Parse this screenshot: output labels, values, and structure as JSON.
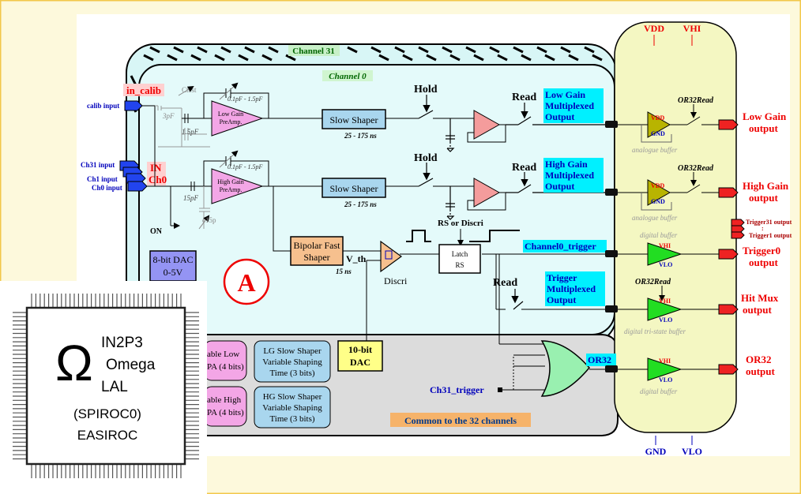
{
  "colors": {
    "background": "#fdf9dc",
    "channel_panel": "#e4fafa",
    "common_panel": "#dcdcdc",
    "buffer_column": "#f4f7c2",
    "preamp": "#f3a6e6",
    "slow_shaper": "#a9d6ee",
    "fast_shaper": "#f6c08e",
    "output_label_bg": "#00f0ff",
    "buffer_olive": "#b8b400",
    "buffer_green": "#22dd22",
    "or_gate": "#99f0b0",
    "dac_blue": "#9494f4",
    "dac_yellow": "#ffff88",
    "red_text": "#ee0000",
    "blue_text": "#0000bb",
    "in_label_bg": "#ffd0d0"
  },
  "labels": {
    "channel31": "Channel 31",
    "channel0": "Channel 0",
    "in_calib": "in_calib",
    "calib_input": "calib input",
    "ctest": "Ctest",
    "cap_3pf": "3pF",
    "cap_15pf_top": "1.5pF",
    "cap_feedback": "0.1pF - 1.5pF",
    "ch31_input": "Ch31 input",
    "ch1_input": "Ch1 input",
    "ch0_input": "Ch0 input",
    "in": "IN",
    "ch0": "Ch0",
    "cap_15pf": "15pF",
    "c15p": "c15p",
    "on": "ON",
    "lg_preamp_1": "Low Gain",
    "lg_preamp_2": "PreAmp.",
    "hg_preamp_1": "High Gain",
    "hg_preamp_2": "PreAmp.",
    "slow_shaper": "Slow Shaper",
    "shaping_time": "25 - 175 ns",
    "hold": "Hold",
    "read": "Read",
    "lg_mux_1": "Low Gain",
    "lg_mux_2": "Multiplexed",
    "lg_mux_3": "Output",
    "hg_mux_1": "High Gain",
    "hg_mux_2": "Multiplexed",
    "hg_mux_3": "Output",
    "rs_or_discri": "RS or Discri",
    "bipolar_1": "Bipolar Fast",
    "bipolar_2": "Shaper",
    "fast_time": "15 ns",
    "vth": "V_th",
    "discri": "Discri",
    "latch_1": "Latch",
    "latch_2": "RS",
    "channel0_trigger": "Channel0_trigger",
    "trig_mux_1": "Trigger",
    "trig_mux_2": "Multiplexed",
    "trig_mux_3": "Output",
    "dac8_1": "8-bit DAC",
    "dac8_2": "0-5V",
    "marker": "A",
    "dac10_1": "10-bit",
    "dac10_2": "DAC",
    "or32": "OR32",
    "ch31_trigger": "Ch31_trigger",
    "common": "Common to the 32 channels",
    "lg_pa_1": "able Low",
    "lg_pa_2": "PA (4 bits)",
    "hg_pa_1": "able High",
    "hg_pa_2": "PA (4 bits)",
    "lg_ss_1": "LG Slow Shaper",
    "lg_ss_2": "Variable Shaping",
    "lg_ss_3": "Time (3 bits)",
    "hg_ss_1": "HG Slow Shaper",
    "hg_ss_2": "Variable Shaping",
    "hg_ss_3": "Time (3 bits)",
    "vdd": "VDD",
    "vhi": "VHI",
    "gnd": "GND",
    "vlo": "VLO",
    "or32read": "OR32Read",
    "analogue_buffer": "analogue buffer",
    "digital_buffer": "digital buffer",
    "digital_tristate": "digital tri-state buffer",
    "out_lg_1": "Low Gain",
    "out_lg_2": "output",
    "out_hg_1": "High Gain",
    "out_hg_2": "output",
    "trigger31_output": "Trigger31 output",
    "trigger1_output": "Trigger1 output",
    "trigger0_1": "Trigger0",
    "trigger0_2": "output",
    "hitmux_1": "Hit Mux",
    "hitmux_2": "output",
    "or32_out_1": "OR32",
    "or32_out_2": "output"
  },
  "chip": {
    "line1": "IN2P3",
    "line2": "Omega",
    "line3": "LAL",
    "line4": "(SPIROC0)",
    "line5": "EASIROC"
  }
}
